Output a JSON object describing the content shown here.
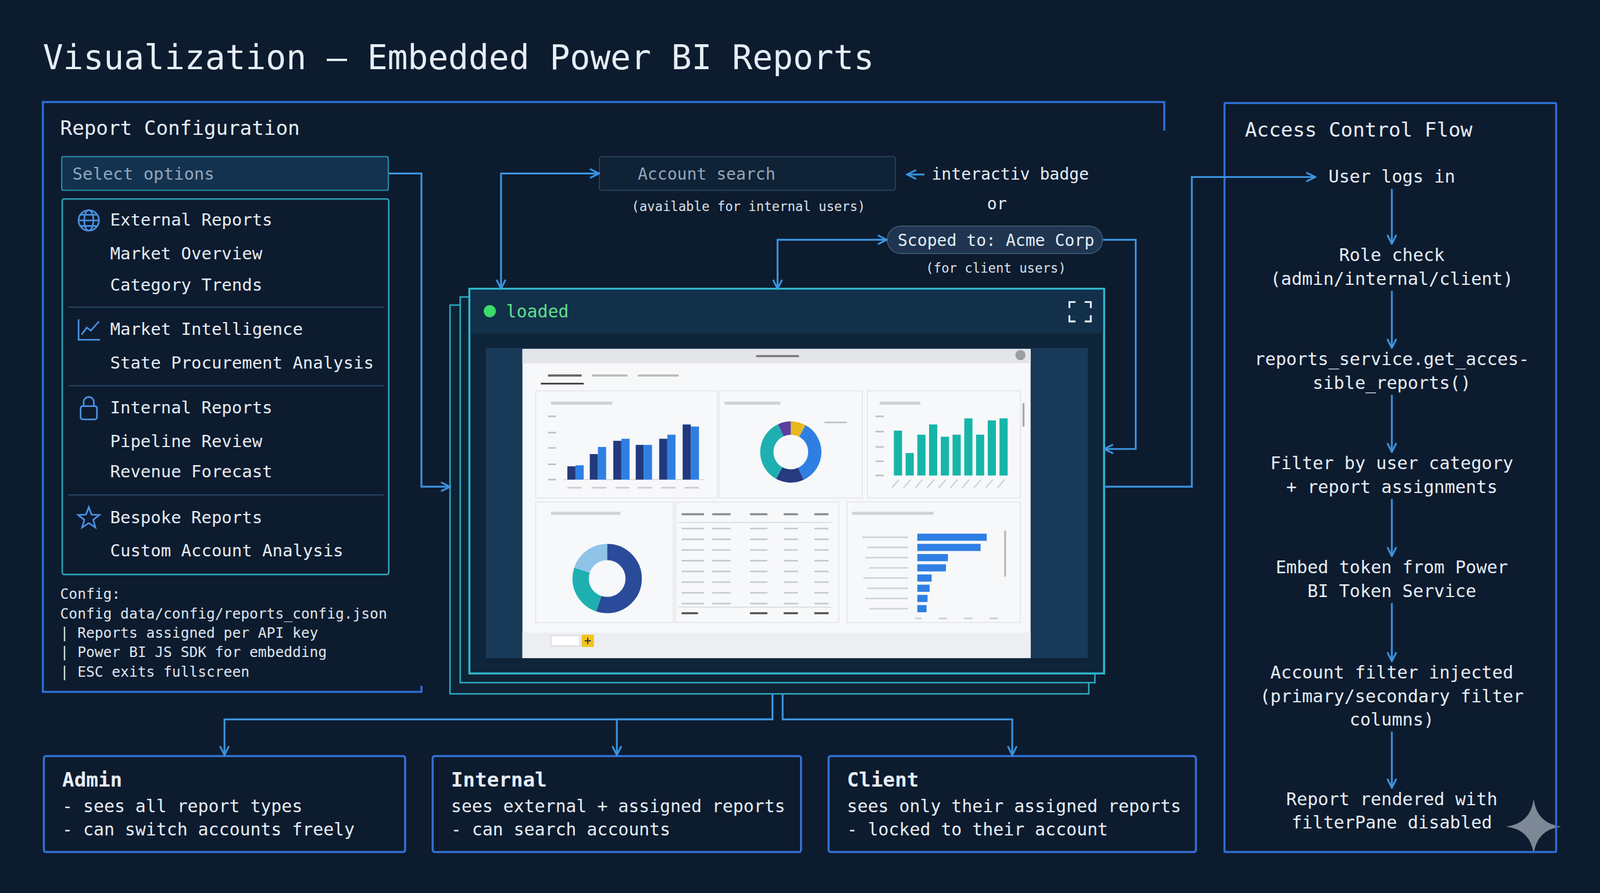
{
  "diagram": {
    "title": "Visualization — Embedded Power BI Reports",
    "nodes": [
      {
        "text": [
          "Report Configuration",
          "Config:",
          "Config data/config/reports_config.json",
          "| Reports assigned per API key",
          "| Power BI JS SDK for embedding",
          "| ESC exits fullscreen"
        ]
      },
      {
        "text": [
          "Select options"
        ],
        "in": 0
      },
      {
        "text": [
          "External Reports",
          "Market Overview",
          "Category Trends"
        ],
        "in": 0
      },
      {
        "text": [
          "Market Intelligence",
          "State Procurement Analysis"
        ],
        "in": 0
      },
      {
        "text": [
          "Internal Reports",
          "Pipeline Review",
          "Revenue Forecast"
        ],
        "in": 0
      },
      {
        "text": [
          "Bespoke Reports",
          "Custom Account Analysis"
        ],
        "in": 0
      },
      {
        "text": [
          "Account search",
          "(available for internal users)"
        ]
      },
      {
        "text": [
          "Scoped to: Acme Corp",
          "(for client users)"
        ]
      },
      {
        "text": [
          "loaded"
        ]
      },
      {
        "text": [
          "Admin",
          "- sees all report types",
          "- can switch accounts freely"
        ]
      },
      {
        "text": [
          "Internal",
          "sees external + assigned reports",
          "- can search accounts"
        ]
      },
      {
        "text": [
          "Client",
          "sees only their assigned reports",
          "- locked to their account"
        ]
      },
      {
        "text": [
          "Access Control Flow"
        ]
      },
      {
        "text": [
          "User logs in"
        ],
        "in": 12
      },
      {
        "text": [
          "Role check (admin/internal/client)"
        ],
        "in": 12
      },
      {
        "text": [
          "reports_service.get_acces- sible_reports()"
        ],
        "in": 12
      },
      {
        "text": [
          "Filter by user category + report assignments"
        ],
        "in": 12
      },
      {
        "text": [
          "Embed token from Power BI Token Service"
        ],
        "in": 12
      },
      {
        "text": [
          "Account filter injected (primary/secondary filter columns)"
        ],
        "in": 12
      },
      {
        "text": [
          "Report rendered with filterPane disabled"
        ],
        "in": 12
      }
    ],
    "edges": [
      {
        "from": 1,
        "to": 8,
        "arrow": "to"
      },
      {
        "from": 6,
        "to": 8,
        "arrow": "both"
      },
      {
        "from": 7,
        "to": 8,
        "arrow": "both"
      },
      {
        "from": 7,
        "to": 8,
        "arrow": "to"
      },
      {
        "from": 8,
        "to": 9,
        "arrow": "to"
      },
      {
        "from": 8,
        "to": 10,
        "arrow": "to"
      },
      {
        "from": 8,
        "to": 11,
        "arrow": "to"
      },
      {
        "from": 8,
        "to": 13,
        "arrow": "to"
      },
      {
        "from": 13,
        "to": 14,
        "arrow": "to"
      },
      {
        "from": 14,
        "to": 15,
        "arrow": "to"
      },
      {
        "from": 15,
        "to": 16,
        "arrow": "to"
      },
      {
        "from": 16,
        "to": 17,
        "arrow": "to"
      },
      {
        "from": 17,
        "to": 18,
        "arrow": "to"
      },
      {
        "from": 18,
        "to": 19,
        "arrow": "to"
      }
    ],
    "labels": [
      "interactiv badge",
      "or"
    ]
  }
}
